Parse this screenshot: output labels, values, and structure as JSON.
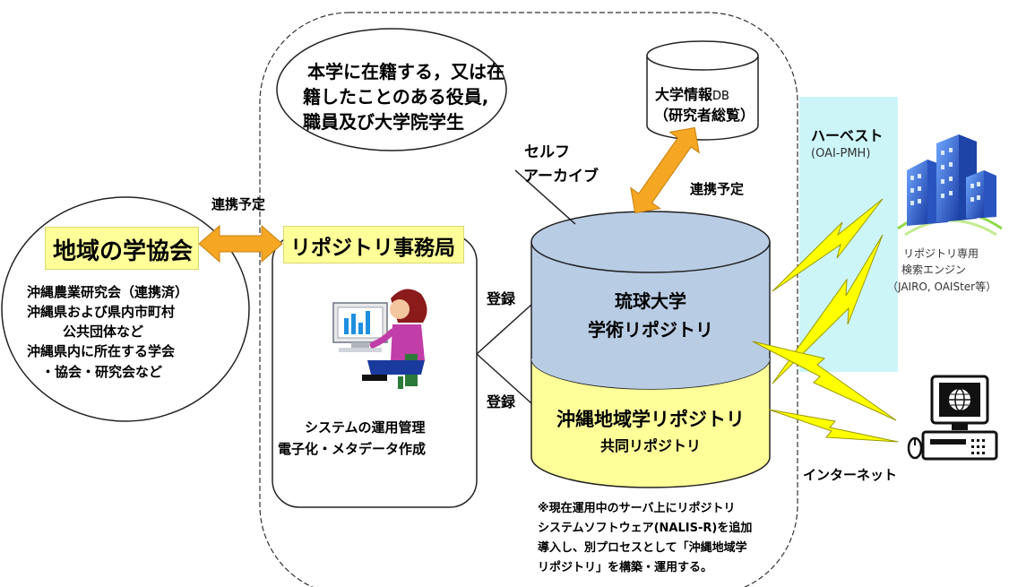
{
  "university_members": {
    "line1": "本学に在籍する，又は在",
    "line2": "籍したことのある役員,",
    "line3": "職員及び大学院学生"
  },
  "self_archive": {
    "line1": "セルフ",
    "line2": "アーカイブ"
  },
  "univ_db": {
    "title_main": "大学情報",
    "title_suffix": "DB",
    "subtitle": "（研究者総覧）"
  },
  "link_planned_top": "連携予定",
  "link_planned_left": "連携予定",
  "harvest": {
    "label": "ハーベスト",
    "protocol": "(OAI-PMH)"
  },
  "search_engine": {
    "line1": "リポジトリ専用",
    "line2": "検索エンジン",
    "line3": "（JAIRO, OAISter等）"
  },
  "internet": "インターネット",
  "society": {
    "title": "地域の学協会",
    "lines": [
      "沖縄農業研究会（連携済）",
      "沖縄県および県内市町村",
      "公共団体など",
      "沖縄県内に所在する学会",
      "・協会・研究会など"
    ]
  },
  "office": {
    "title": "リポジトリ事務局",
    "task1": "システムの運用管理",
    "task2": "電子化・メタデータ作成"
  },
  "register_1": "登録",
  "register_2": "登録",
  "repo_main": {
    "line1": "琉球大学",
    "line2": "学術リポジトリ"
  },
  "repo_okinawa": {
    "line1": "沖縄地域学リポジトリ",
    "line2": "共同リポジトリ"
  },
  "note": {
    "line1": "※現在運用中のサーバ上にリポジトリ",
    "line2": "システムソフトウェア(NALIS-R)を追加",
    "line3": "導入し、別プロセスとして「沖縄地域学",
    "line4": "リポジトリ」を構築・運用する。"
  },
  "colors": {
    "repo_main_fill": "#b8cce4",
    "repo_okinawa_fill": "#ffff99",
    "title_highlight": "#ffff99",
    "arrow_fill": "#f5a623",
    "lightning_fill": "#ffff00",
    "harvest_band": "#ccf5f8"
  }
}
